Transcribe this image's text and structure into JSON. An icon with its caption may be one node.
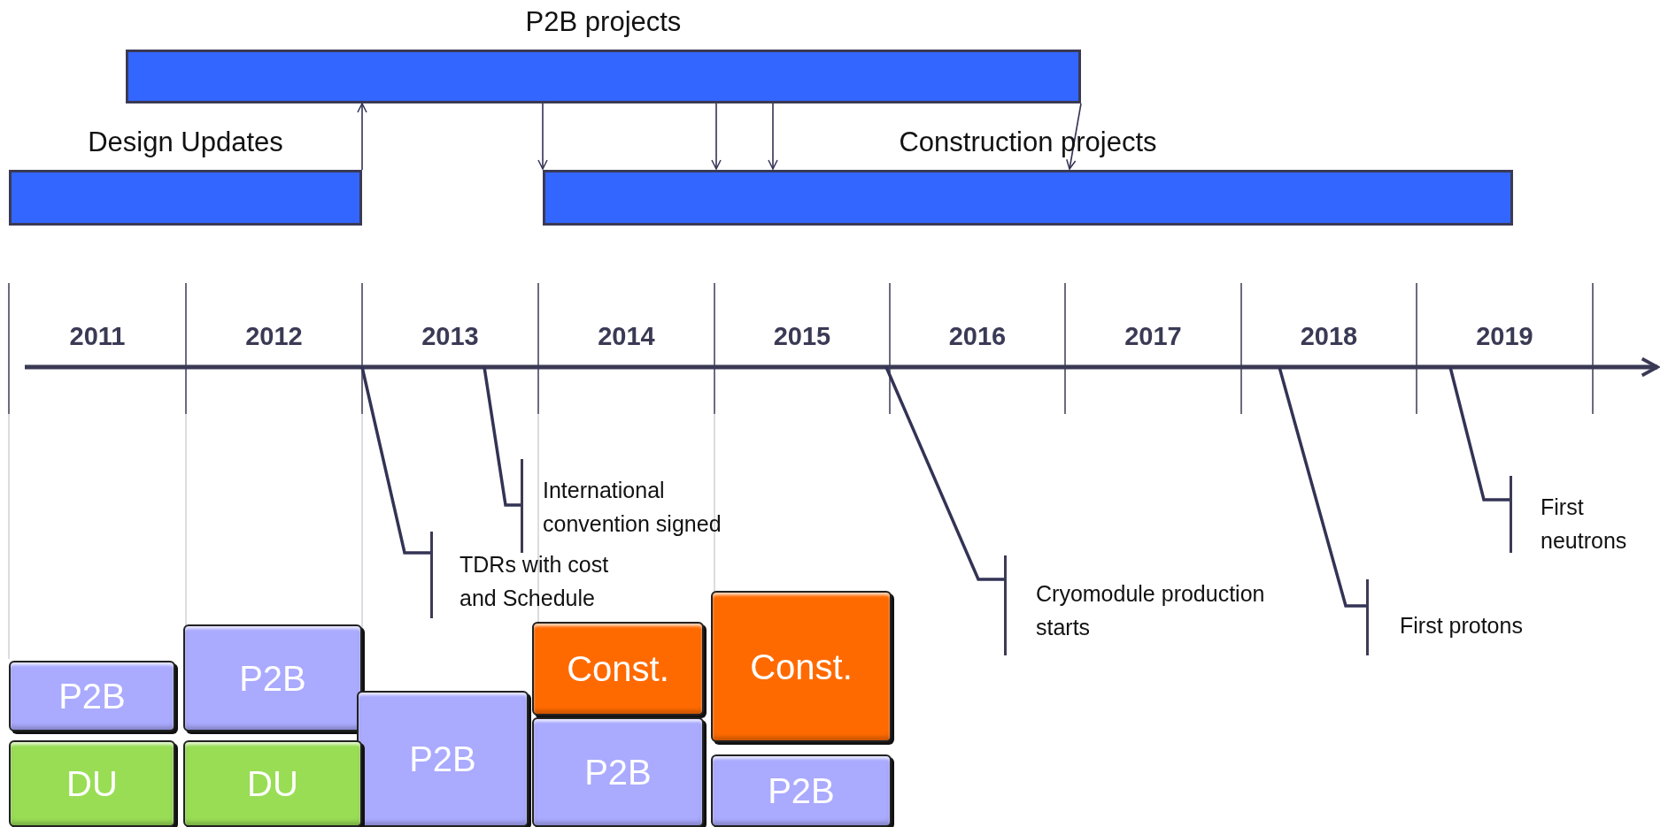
{
  "diagram": {
    "nodes": [
      {
        "text": [
          "P2B projects"
        ]
      },
      {
        "text": [
          "Design Updates"
        ]
      },
      {
        "text": [
          "Construction projects"
        ]
      },
      {
        "text": [
          "International convention signed"
        ]
      },
      {
        "text": [
          "TDRs with cost and Schedule"
        ]
      },
      {
        "text": [
          "Cryomodule production starts"
        ]
      },
      {
        "text": [
          "First neutrons"
        ]
      },
      {
        "text": [
          "First protons"
        ]
      },
      {
        "text": [
          "P2B"
        ]
      },
      {
        "text": [
          "P2B"
        ]
      },
      {
        "text": [
          "Const."
        ]
      },
      {
        "text": [
          "Const."
        ]
      },
      {
        "text": [
          "P2B"
        ]
      },
      {
        "text": [
          "DU"
        ]
      },
      {
        "text": [
          "DU"
        ]
      },
      {
        "text": [
          "P2B"
        ]
      },
      {
        "text": [
          "P2B"
        ]
      }
    ],
    "edges": [
      {
        "from": 1,
        "to": 0,
        "arrow": "to"
      },
      {
        "from": 0,
        "to": 2,
        "arrow": "to"
      },
      {
        "from": 0,
        "to": 2,
        "arrow": "to"
      },
      {
        "from": 0,
        "to": 2,
        "arrow": "to"
      },
      {
        "from": 0,
        "to": 2,
        "arrow": "to"
      },
      {
        "from": 3,
        "to": null,
        "arrow": "none"
      },
      {
        "from": 4,
        "to": null,
        "arrow": "none"
      },
      {
        "from": 5,
        "to": null,
        "arrow": "none"
      },
      {
        "from": 6,
        "to": null,
        "arrow": "none"
      },
      {
        "from": 7,
        "to": null,
        "arrow": "none"
      }
    ],
    "labels": [
      "2011",
      "2012",
      "2013",
      "2014",
      "2015",
      "2016",
      "2017",
      "2018",
      "2019"
    ]
  }
}
